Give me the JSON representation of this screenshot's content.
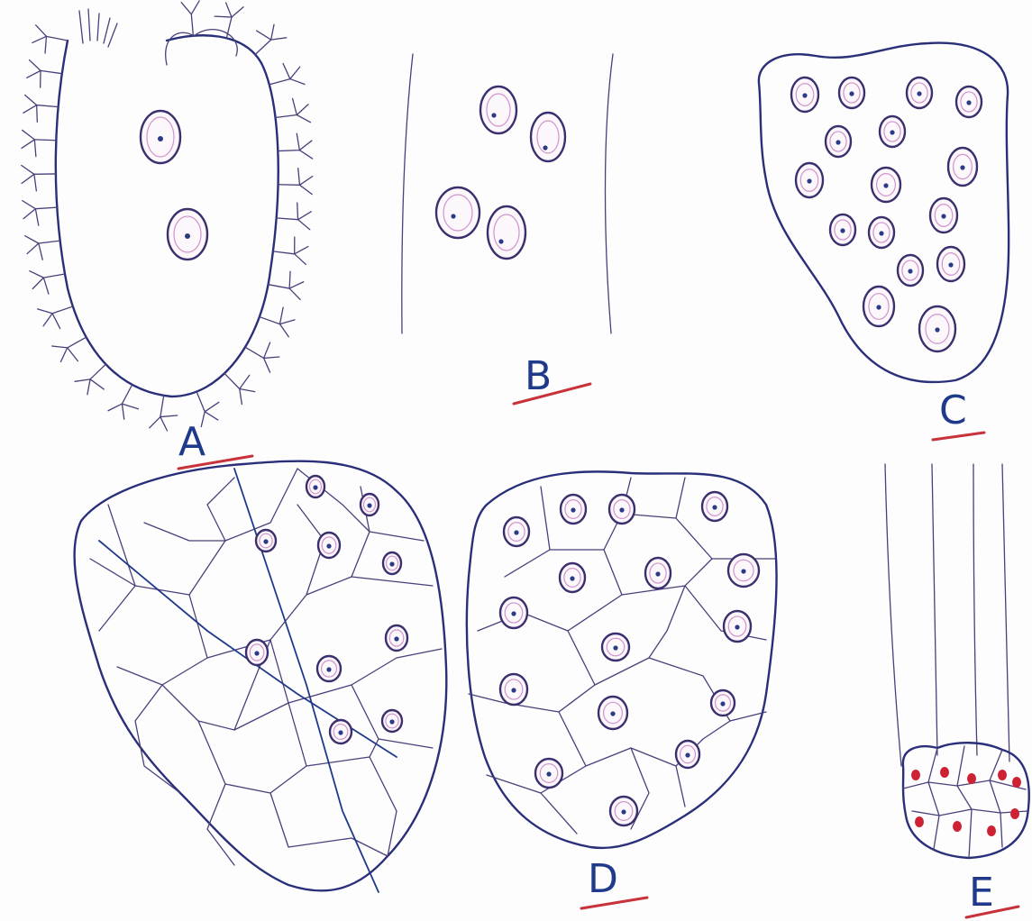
{
  "labels": {
    "a": "A",
    "b": "B",
    "c": "C",
    "d": "D",
    "e": "E"
  },
  "colors": {
    "ink": "#2a2f7a",
    "nucleus_halo": "#c77ac0",
    "underline": "#c8323a",
    "red_nucleus": "#cc2233"
  }
}
